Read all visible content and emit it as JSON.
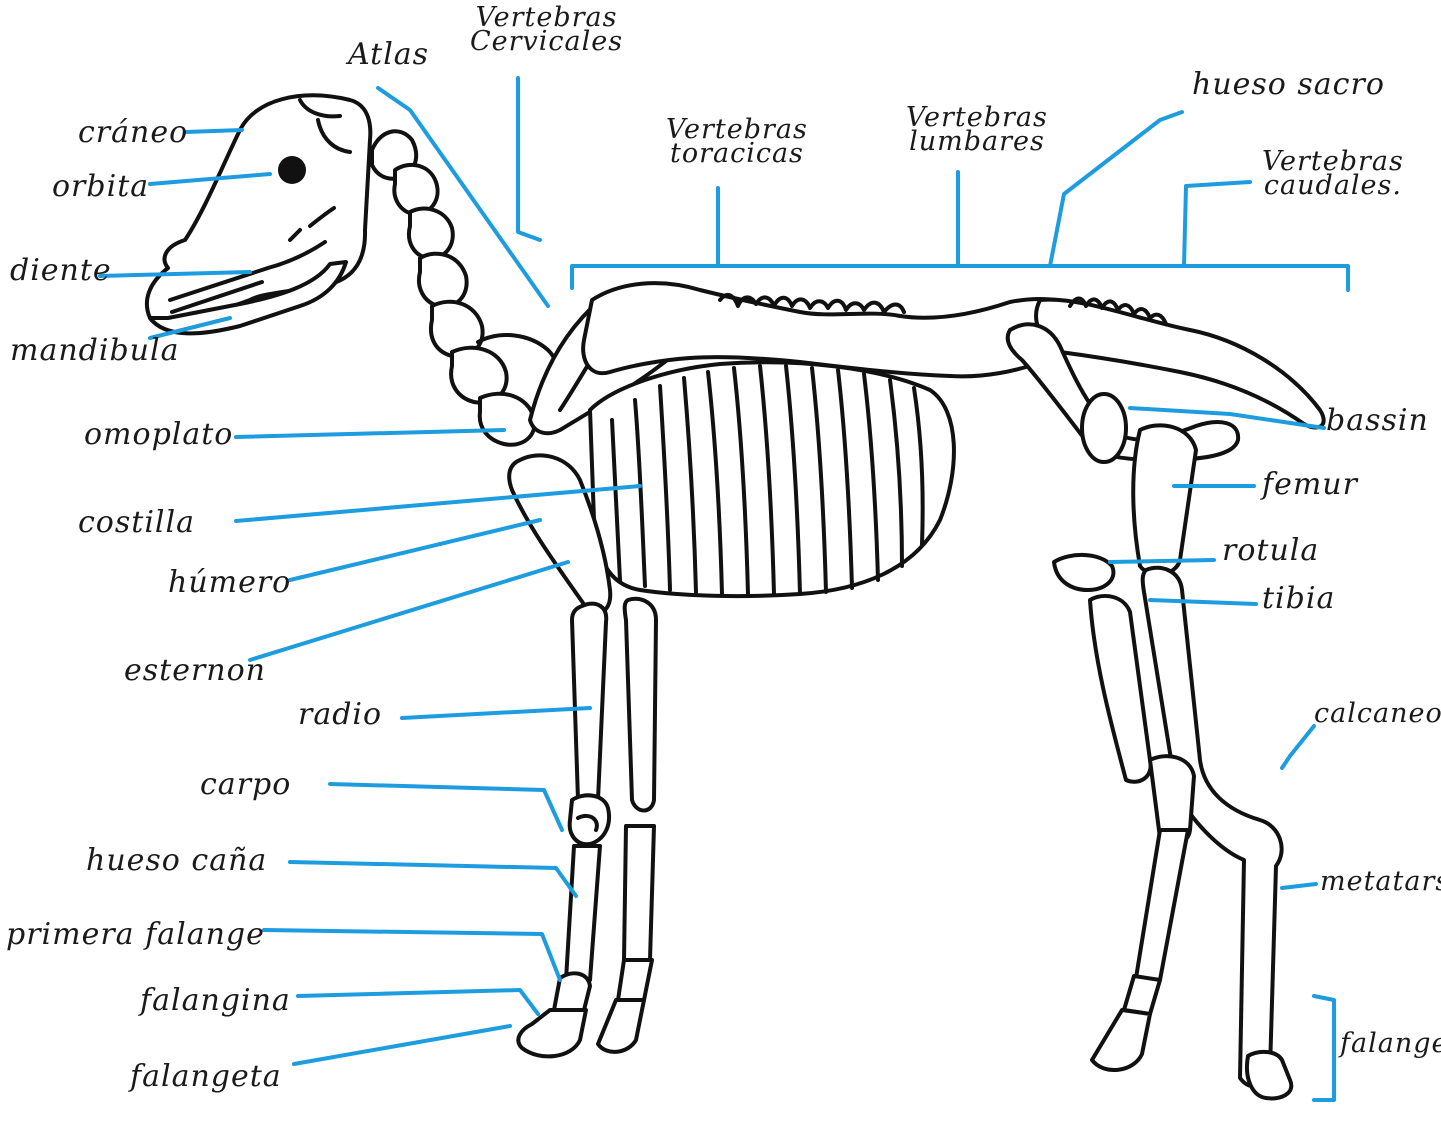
{
  "labels": {
    "atlas": "Atlas",
    "vertebras_cervicales": "Vertebras\nCervicales",
    "hueso_sacro": "hueso sacro",
    "vertebras_toracicas": "Vertebras\ntoracicas",
    "vertebras_lumbares": "Vertebras\nlumbares",
    "vertebras_caudales": "Vertebras\ncaudales.",
    "craneo": "cráneo",
    "orbita": "orbita",
    "diente": "diente",
    "mandibula": "mandibula",
    "omoplato": "omoplato",
    "costilla": "costilla",
    "humero": "húmero",
    "esternon": "esternon",
    "radio": "radio",
    "carpo": "carpo",
    "hueso_cana": "hueso caña",
    "primera_falange": "primera falange",
    "falangina": "falangina",
    "falangeta": "falangeta",
    "bassin": "bassin",
    "femur": "femur",
    "rotula": "rotula",
    "tibia": "tibia",
    "calcaneo": "calcaneo",
    "metatarso": "metatarso",
    "falange": "falange"
  },
  "colors": {
    "leader": "#1e9ce0",
    "ink": "#111111",
    "paper": "#ffffff"
  }
}
